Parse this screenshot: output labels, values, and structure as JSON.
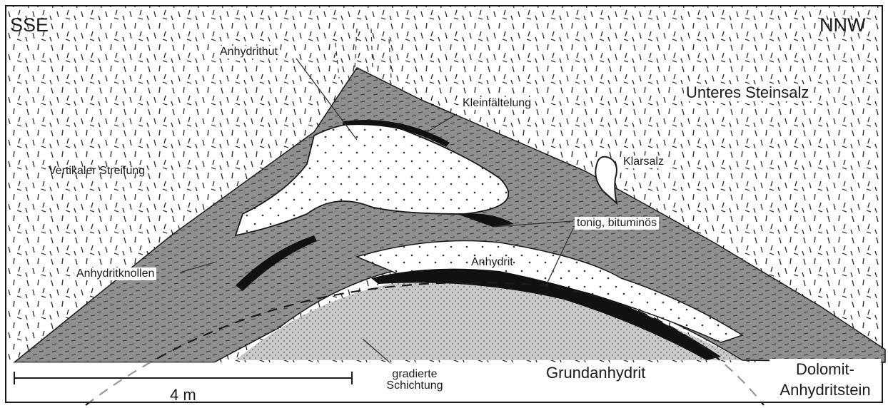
{
  "orientation": {
    "left": "SSE",
    "right": "NNW"
  },
  "labels": {
    "unteres_steinsalz": "Unteres Steinsalz",
    "anhydrithut": "Anhydrithut",
    "kleinfaeltelung": "Kleinfältelung",
    "klarsalz": "Klarsalz",
    "vertikaler_streifung": "Vertikaler Streifung",
    "tonig_bituminoes": "tonig, bituminös",
    "anhydritknollen": "Anhydritknollen",
    "anhydrit": "Anhydrit",
    "gradierte": "gradierte",
    "schichtung": "Schichtung",
    "grundanhydrit": "Grundanhydrit",
    "dolomit_line1": "Dolomit-",
    "dolomit_line2": "Anhydritstein"
  },
  "scale_bar": {
    "label": "4 m"
  },
  "colors": {
    "rock_salt_dark": "#8f8f8f",
    "anhydrite_light": "#ffffff",
    "grundanhydrit": "#c9c9c9",
    "ink": "#1a1a1a"
  }
}
